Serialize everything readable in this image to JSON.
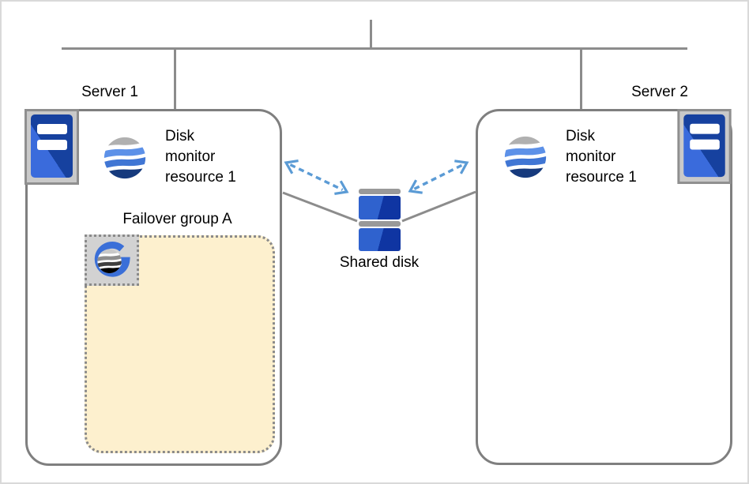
{
  "servers": [
    {
      "label": "Server 1",
      "monitor_resource": "Disk\nmonitor\nresource 1"
    },
    {
      "label": "Server 2",
      "monitor_resource": "Disk\nmonitor\nresource 1"
    }
  ],
  "failover_group": {
    "label": "Failover group A"
  },
  "shared_disk": {
    "label": "Shared disk"
  },
  "icons": {
    "server": "server-icon",
    "disk_monitor": "disk-monitor-wave-icon",
    "failover_group_app": "group-g-icon",
    "shared_disk": "shared-disk-stack-icon"
  },
  "colors": {
    "connector_gray": "#8C8C8C",
    "box_border_gray": "#7F7F7F",
    "arrow_blue": "#5B9BD5",
    "failover_fill": "#FDF0CE",
    "disk_blue_light": "#2F62CE",
    "disk_blue_dark": "#0F35A2"
  }
}
